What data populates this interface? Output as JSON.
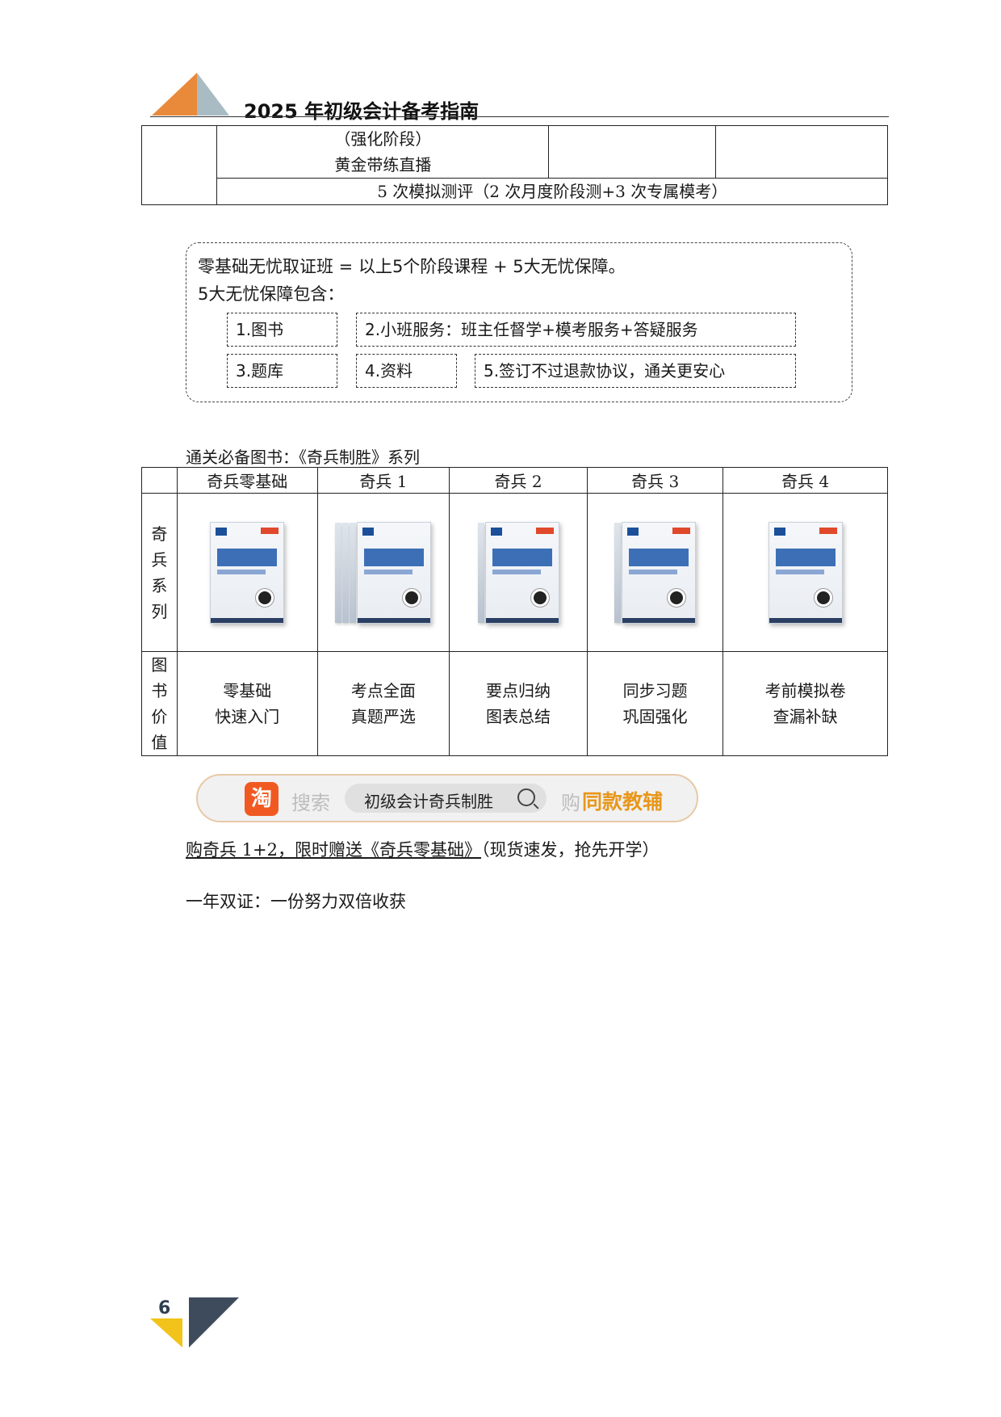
{
  "header": {
    "title": "2025 年初级会计备考指南",
    "colors": {
      "orange": "#e98a3b",
      "grey_blue": "#a9bcc4",
      "navy": "#3e4b5c",
      "yellow": "#f2c31b"
    }
  },
  "top_table": {
    "stage_line1": "（强化阶段）",
    "stage_line2": "黄金带练直播",
    "eval": "5 次模拟测评（2 次月度阶段测+3 次专属模考）"
  },
  "guarantee_box": {
    "line1": "零基础无忧取证班 = 以上5个阶段课程 + 5大无忧保障。",
    "line2": "5大无忧保障包含：",
    "items": [
      "1.图书",
      "2.小班服务：班主任督学+模考服务+答疑服务",
      "3.题库",
      "4.资料",
      "5.签订不过退款协议，通关更安心"
    ]
  },
  "books_section": {
    "caption": "通关必备图书：《奇兵制胜》系列",
    "columns": [
      "奇兵零基础",
      "奇兵 1",
      "奇兵 2",
      "奇兵 3",
      "奇兵 4"
    ],
    "row_series_label": [
      "奇",
      "兵",
      "系",
      "列"
    ],
    "row_value_label": [
      "图",
      "书",
      "价",
      "值"
    ],
    "values": [
      [
        "零基础",
        "快速入门"
      ],
      [
        "考点全面",
        "真题严选"
      ],
      [
        "要点归纳",
        "图表总结"
      ],
      [
        "同步习题",
        "巩固强化"
      ],
      [
        "考前模拟卷",
        "查漏补缺"
      ]
    ]
  },
  "search_bar": {
    "icon_char": "淘",
    "search_word": "搜索",
    "query": "初级会计奇兵制胜",
    "buy_word": "购",
    "buy_accent": "同款教辅"
  },
  "promo": {
    "underlined": "购奇兵 1+2，限时赠送《奇兵零基础》",
    "rest": "（现货速发，抢先开学）"
  },
  "cert_line": "一年双证：一份努力双倍收获",
  "page_number": "6"
}
